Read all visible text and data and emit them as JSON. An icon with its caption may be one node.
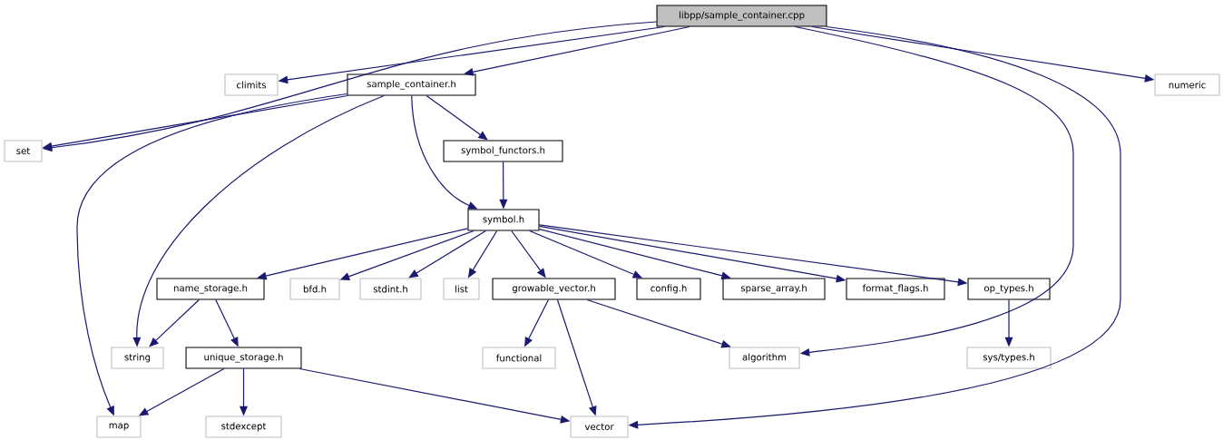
{
  "diagram": {
    "nodes": [
      {
        "text": [
          "libpp/sample_container.cpp"
        ]
      },
      {
        "text": [
          "climits"
        ]
      },
      {
        "text": [
          "sample_container.h"
        ]
      },
      {
        "text": [
          "numeric"
        ]
      },
      {
        "text": [
          "set"
        ]
      },
      {
        "text": [
          "symbol_functors.h"
        ]
      },
      {
        "text": [
          "symbol.h"
        ]
      },
      {
        "text": [
          "name_storage.h"
        ]
      },
      {
        "text": [
          "bfd.h"
        ]
      },
      {
        "text": [
          "stdint.h"
        ]
      },
      {
        "text": [
          "list"
        ]
      },
      {
        "text": [
          "growable_vector.h"
        ]
      },
      {
        "text": [
          "config.h"
        ]
      },
      {
        "text": [
          "sparse_array.h"
        ]
      },
      {
        "text": [
          "format_flags.h"
        ]
      },
      {
        "text": [
          "op_types.h"
        ]
      },
      {
        "text": [
          "string"
        ]
      },
      {
        "text": [
          "unique_storage.h"
        ]
      },
      {
        "text": [
          "functional"
        ]
      },
      {
        "text": [
          "algorithm"
        ]
      },
      {
        "text": [
          "sys/types.h"
        ]
      },
      {
        "text": [
          "map"
        ]
      },
      {
        "text": [
          "stdexcept"
        ]
      },
      {
        "text": [
          "vector"
        ]
      }
    ],
    "edges": [
      {
        "from": 0,
        "to": 1,
        "arrow": "to"
      },
      {
        "from": 0,
        "to": 2,
        "arrow": "to"
      },
      {
        "from": 0,
        "to": 3,
        "arrow": "to"
      },
      {
        "from": 0,
        "to": 4,
        "arrow": "to"
      },
      {
        "from": 0,
        "to": 19,
        "arrow": "to"
      },
      {
        "from": 0,
        "to": 23,
        "arrow": "to"
      },
      {
        "from": 2,
        "to": 4,
        "arrow": "to"
      },
      {
        "from": 2,
        "to": 21,
        "arrow": "to"
      },
      {
        "from": 2,
        "to": 16,
        "arrow": "to"
      },
      {
        "from": 2,
        "to": 6,
        "arrow": "to"
      },
      {
        "from": 2,
        "to": 5,
        "arrow": "to"
      },
      {
        "from": 5,
        "to": 6,
        "arrow": "to"
      },
      {
        "from": 6,
        "to": 7,
        "arrow": "to"
      },
      {
        "from": 6,
        "to": 8,
        "arrow": "to"
      },
      {
        "from": 6,
        "to": 9,
        "arrow": "to"
      },
      {
        "from": 6,
        "to": 10,
        "arrow": "to"
      },
      {
        "from": 6,
        "to": 11,
        "arrow": "to"
      },
      {
        "from": 6,
        "to": 12,
        "arrow": "to"
      },
      {
        "from": 6,
        "to": 13,
        "arrow": "to"
      },
      {
        "from": 6,
        "to": 14,
        "arrow": "to"
      },
      {
        "from": 6,
        "to": 15,
        "arrow": "to"
      },
      {
        "from": 7,
        "to": 16,
        "arrow": "to"
      },
      {
        "from": 7,
        "to": 17,
        "arrow": "to"
      },
      {
        "from": 17,
        "to": 21,
        "arrow": "to"
      },
      {
        "from": 17,
        "to": 22,
        "arrow": "to"
      },
      {
        "from": 17,
        "to": 23,
        "arrow": "to"
      },
      {
        "from": 11,
        "to": 18,
        "arrow": "to"
      },
      {
        "from": 11,
        "to": 23,
        "arrow": "to"
      },
      {
        "from": 11,
        "to": 19,
        "arrow": "to"
      },
      {
        "from": 15,
        "to": 20,
        "arrow": "to"
      }
    ]
  }
}
